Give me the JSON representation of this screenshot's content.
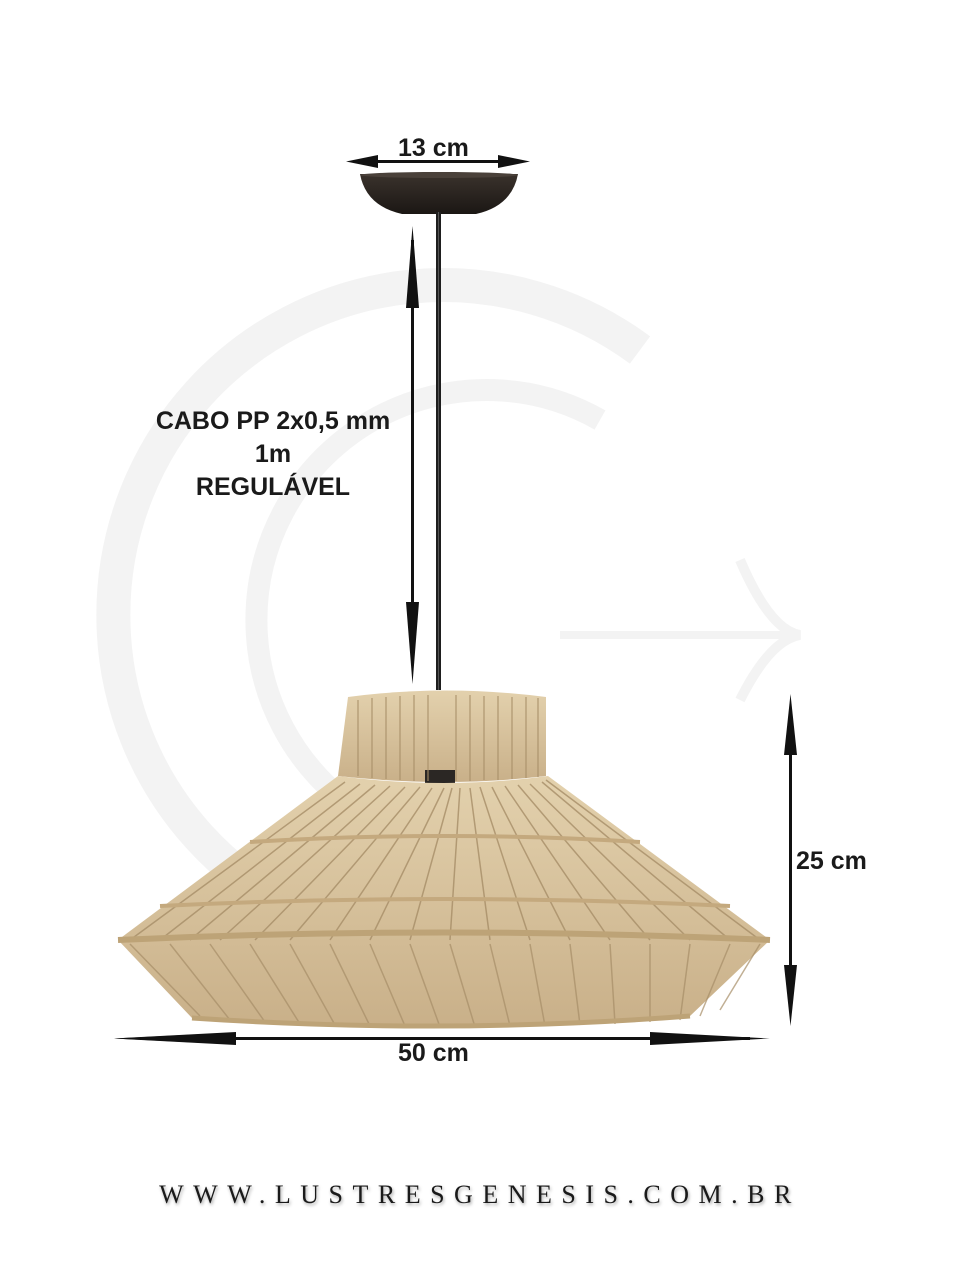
{
  "diagram": {
    "subject": "pendant-lamp",
    "colors": {
      "background": "#ffffff",
      "rope": "#d9c4a0",
      "rope_dark": "#b99f75",
      "metal": "#2a2420",
      "arrow": "#111111",
      "text": "#1a1a1a",
      "watermark": "#f4f4f4"
    },
    "dimensions": {
      "canopy_width": "13 cm",
      "cable": {
        "line1": "CABO PP 2x0,5 mm",
        "line2": "1m",
        "line3": "REGULÁVEL"
      },
      "height": "25 cm",
      "width": "50 cm"
    }
  },
  "footer": {
    "website": "WWW.LUSTRESGENESIS.COM.BR"
  }
}
